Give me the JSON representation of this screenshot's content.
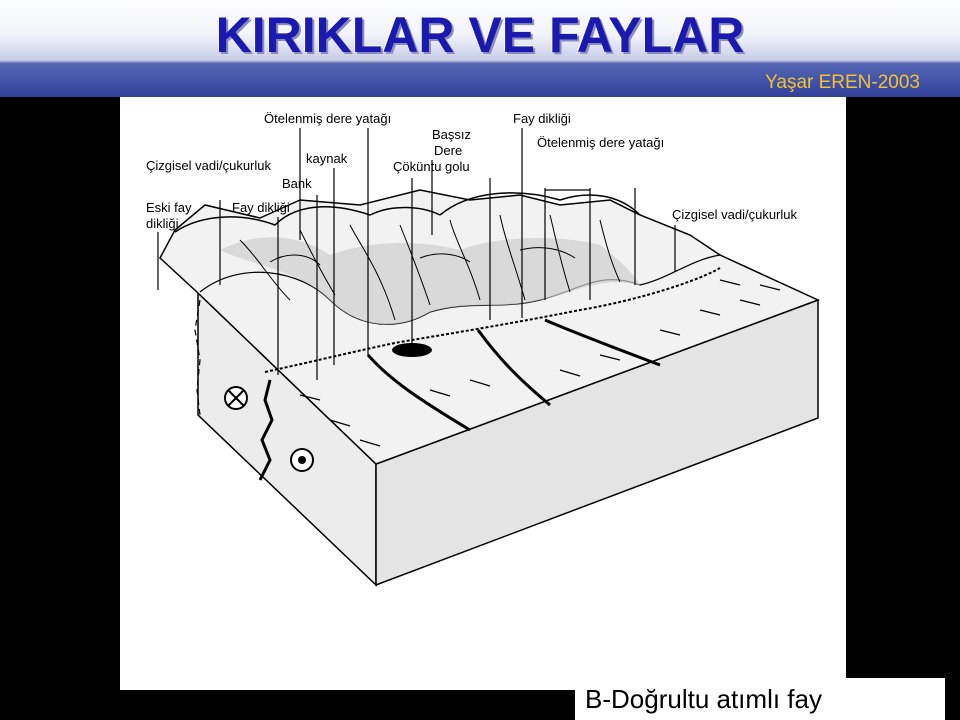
{
  "header": {
    "title": "KIRIKLAR VE FAYLAR",
    "author": "Yaşar EREN-2003"
  },
  "diagram": {
    "labels": {
      "otelenmis_1": "Ötelenmiş dere yatağı",
      "cizgisel_left": "Çizgisel vadi/çukurluk",
      "kaynak": "kaynak",
      "bank": "Bank",
      "bassiz": "Başsız",
      "dere": "Dere",
      "cokuntu": "Çöküntu golu",
      "fay_dikligi_top": "Fay dikliği",
      "otelenmis_2": "Ötelenmiş dere yatağı",
      "eski_fay_1": "Eski fay",
      "eski_fay_2": "dikliği",
      "fay_dikligi_left": "Fay dikliği",
      "cizgisel_right": "Çizgisel vadi/çukurluk"
    },
    "symbols": [
      "cross-circle-icon",
      "dot-circle-icon"
    ]
  },
  "caption": "B-Doğrultu atımlı fay",
  "colors": {
    "title": "#1a1ab0",
    "author": "#f2c230",
    "banner": "#3a4aa0"
  }
}
